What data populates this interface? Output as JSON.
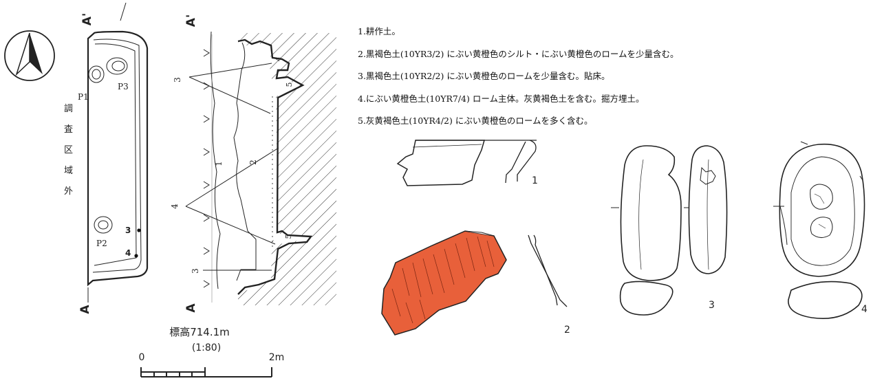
{
  "section_labels": {
    "plan_top": "A'",
    "plan_bottom": "A",
    "section_top": "A'",
    "section_bottom": "A"
  },
  "pits": {
    "p1": "P1",
    "p2": "P2",
    "p3": "P3"
  },
  "outside_area": [
    "調",
    "査",
    "区",
    "域",
    "外"
  ],
  "plan_point_labels": {
    "a": "3",
    "b": "4"
  },
  "section_layer_labels": {
    "layer1": "1",
    "layer2": "2",
    "left_3_top": "3",
    "left_4": "4",
    "left_3_bottom": "3",
    "inner_4": "4",
    "inner_5_top": "5",
    "inner_5_bottom": "5"
  },
  "legend": [
    "1.耕作土。",
    "2.黒褐色土(10YR3/2) にぶい黄橙色のシルト・にぶい黄橙色のロームを少量含む。",
    "3.黒褐色土(10YR2/2) にぶい黄橙色のロームを少量含む。貼床。",
    "4.にぶい黄橙色土(10YR7/4) ローム主体。灰黄褐色土を含む。掘方埋土。",
    "5.灰黄褐色土(10YR4/2) にぶい黄橙色のロームを多く含む。"
  ],
  "scale": {
    "elevation": "標高714.1m",
    "ratio": "(1:80)",
    "start": "0",
    "end": "2m"
  },
  "artifact_numbers": {
    "a1": "1",
    "a2": "2",
    "a3": "3",
    "a4": "4"
  },
  "colors": {
    "fill_red": "#e8603a",
    "line": "#222222"
  },
  "icons": [
    "north-arrow-icon"
  ]
}
